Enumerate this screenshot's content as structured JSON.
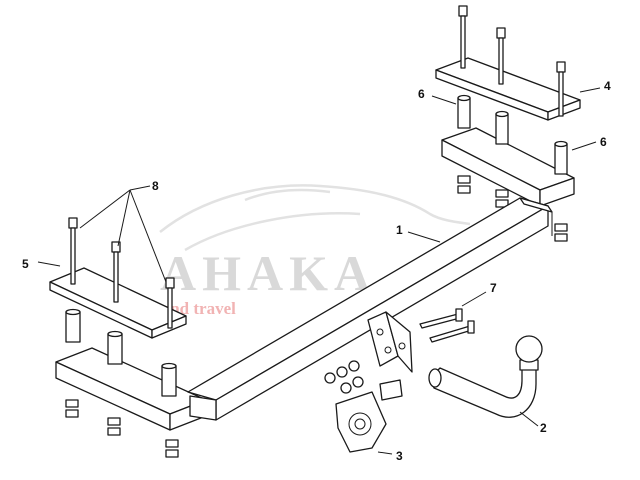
{
  "watermark": {
    "logo_text": "AHAKA",
    "tagline": "k and travel",
    "colors": {
      "logo": "#d9d9d9",
      "tagline": "#f1b3b3"
    }
  },
  "callouts": [
    {
      "id": "1",
      "label": "1"
    },
    {
      "id": "2",
      "label": "2"
    },
    {
      "id": "3",
      "label": "3"
    },
    {
      "id": "4",
      "label": "4"
    },
    {
      "id": "5",
      "label": "5"
    },
    {
      "id": "6a",
      "label": "6"
    },
    {
      "id": "6b",
      "label": "6"
    },
    {
      "id": "7",
      "label": "7"
    },
    {
      "id": "8",
      "label": "8"
    }
  ]
}
